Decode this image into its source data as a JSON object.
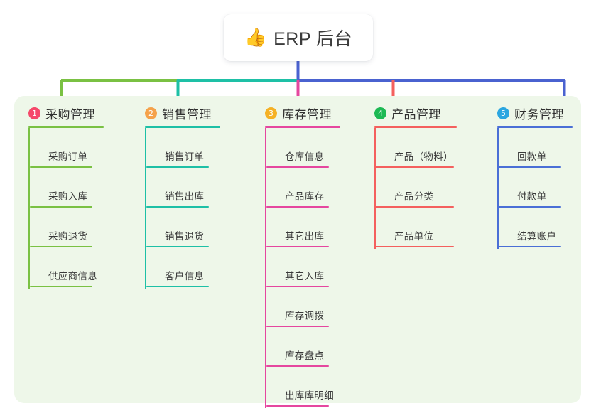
{
  "root": {
    "icon": "thumbs-up-icon",
    "emoji": "👍",
    "label": "ERP 后台"
  },
  "theme": {
    "page_background": "#ffffff",
    "panel_background": "#eef7e9",
    "root_card_background": "#ffffff",
    "text_color": "#3a3a3a"
  },
  "branches": [
    {
      "number": "1",
      "title": "采购管理",
      "badge_color": "#f5496a",
      "line_color": "#7ac143",
      "connector_color": "#7ac143",
      "items": [
        "采购订单",
        "采购入库",
        "采购退货",
        "供应商信息"
      ]
    },
    {
      "number": "2",
      "title": "销售管理",
      "badge_color": "#f5a24b",
      "line_color": "#1ec0a6",
      "connector_color": "#1ec0a6",
      "items": [
        "销售订单",
        "销售出库",
        "销售退货",
        "客户信息"
      ]
    },
    {
      "number": "3",
      "title": "库存管理",
      "badge_color": "#f5b125",
      "line_color": "#e5479f",
      "connector_color": "#e5479f",
      "items": [
        "仓库信息",
        "产品库存",
        "其它出库",
        "其它入库",
        "库存调拨",
        "库存盘点",
        "出库库明细"
      ]
    },
    {
      "number": "4",
      "title": "产品管理",
      "badge_color": "#1db954",
      "line_color": "#f4605e",
      "connector_color": "#f4605e",
      "items": [
        "产品（物料）",
        "产品分类",
        "产品单位"
      ]
    },
    {
      "number": "5",
      "title": "财务管理",
      "badge_color": "#2ba6e0",
      "line_color": "#4a6fd6",
      "connector_color": "#4a6fd6",
      "items": [
        "回款单",
        "付款单",
        "结算账户"
      ]
    }
  ],
  "connectors": {
    "stem_color": "#4a62d0",
    "bus_segments": [
      {
        "color": "#7ac143",
        "from": 86,
        "to": 250
      },
      {
        "color": "#1ec0a6",
        "from": 250,
        "to": 419
      },
      {
        "color": "#4a62d0",
        "from": 419,
        "to": 795
      }
    ]
  }
}
